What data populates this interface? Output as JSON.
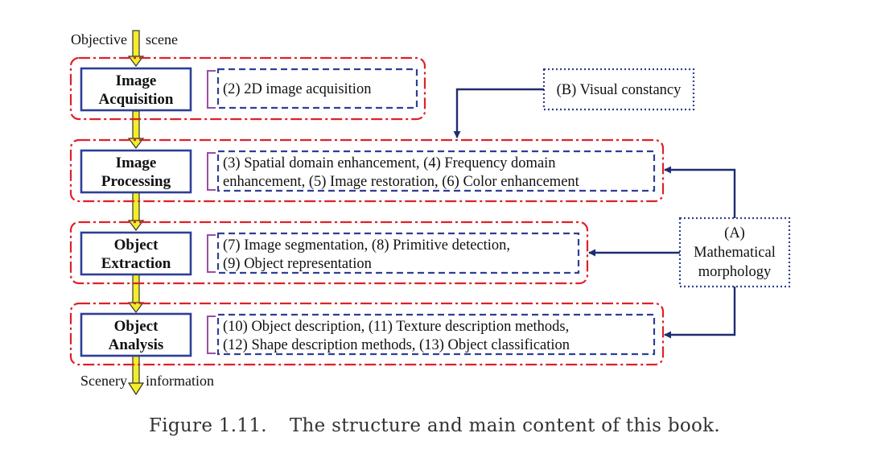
{
  "flow": {
    "input_left": "Objective",
    "input_right": "scene",
    "output_left": "Scenery",
    "output_right": "information"
  },
  "stages": [
    {
      "label_lines": [
        "Image",
        "Acquisition"
      ],
      "detail_lines": [
        "(2) 2D image acquisition"
      ]
    },
    {
      "label_lines": [
        "Image",
        "Processing"
      ],
      "detail_lines": [
        "(3) Spatial domain enhancement, (4) Frequency domain",
        "enhancement, (5) Image restoration, (6) Color enhancement"
      ]
    },
    {
      "label_lines": [
        "Object",
        "Extraction"
      ],
      "detail_lines": [
        "(7) Image segmentation, (8) Primitive detection,",
        "(9) Object representation"
      ]
    },
    {
      "label_lines": [
        "Object",
        "Analysis"
      ],
      "detail_lines": [
        "(10) Object description, (11) Texture description methods,",
        "(12) Shape description methods, (13) Object classification"
      ]
    }
  ],
  "side_boxes": {
    "visual_constancy": "(B) Visual constancy",
    "morphology_lines": [
      "(A)",
      "Mathematical",
      "morphology"
    ]
  },
  "caption": {
    "number": "Figure 1.11.",
    "text": "The structure and main content of this book."
  },
  "colors": {
    "stage_border": "#2e3f95",
    "group_border": "#e0202a",
    "detail_border": "#2e3f95",
    "bracket": "#9a4ea0",
    "arrow_fill": "#f2ee2a",
    "connector": "#1f2c70"
  }
}
